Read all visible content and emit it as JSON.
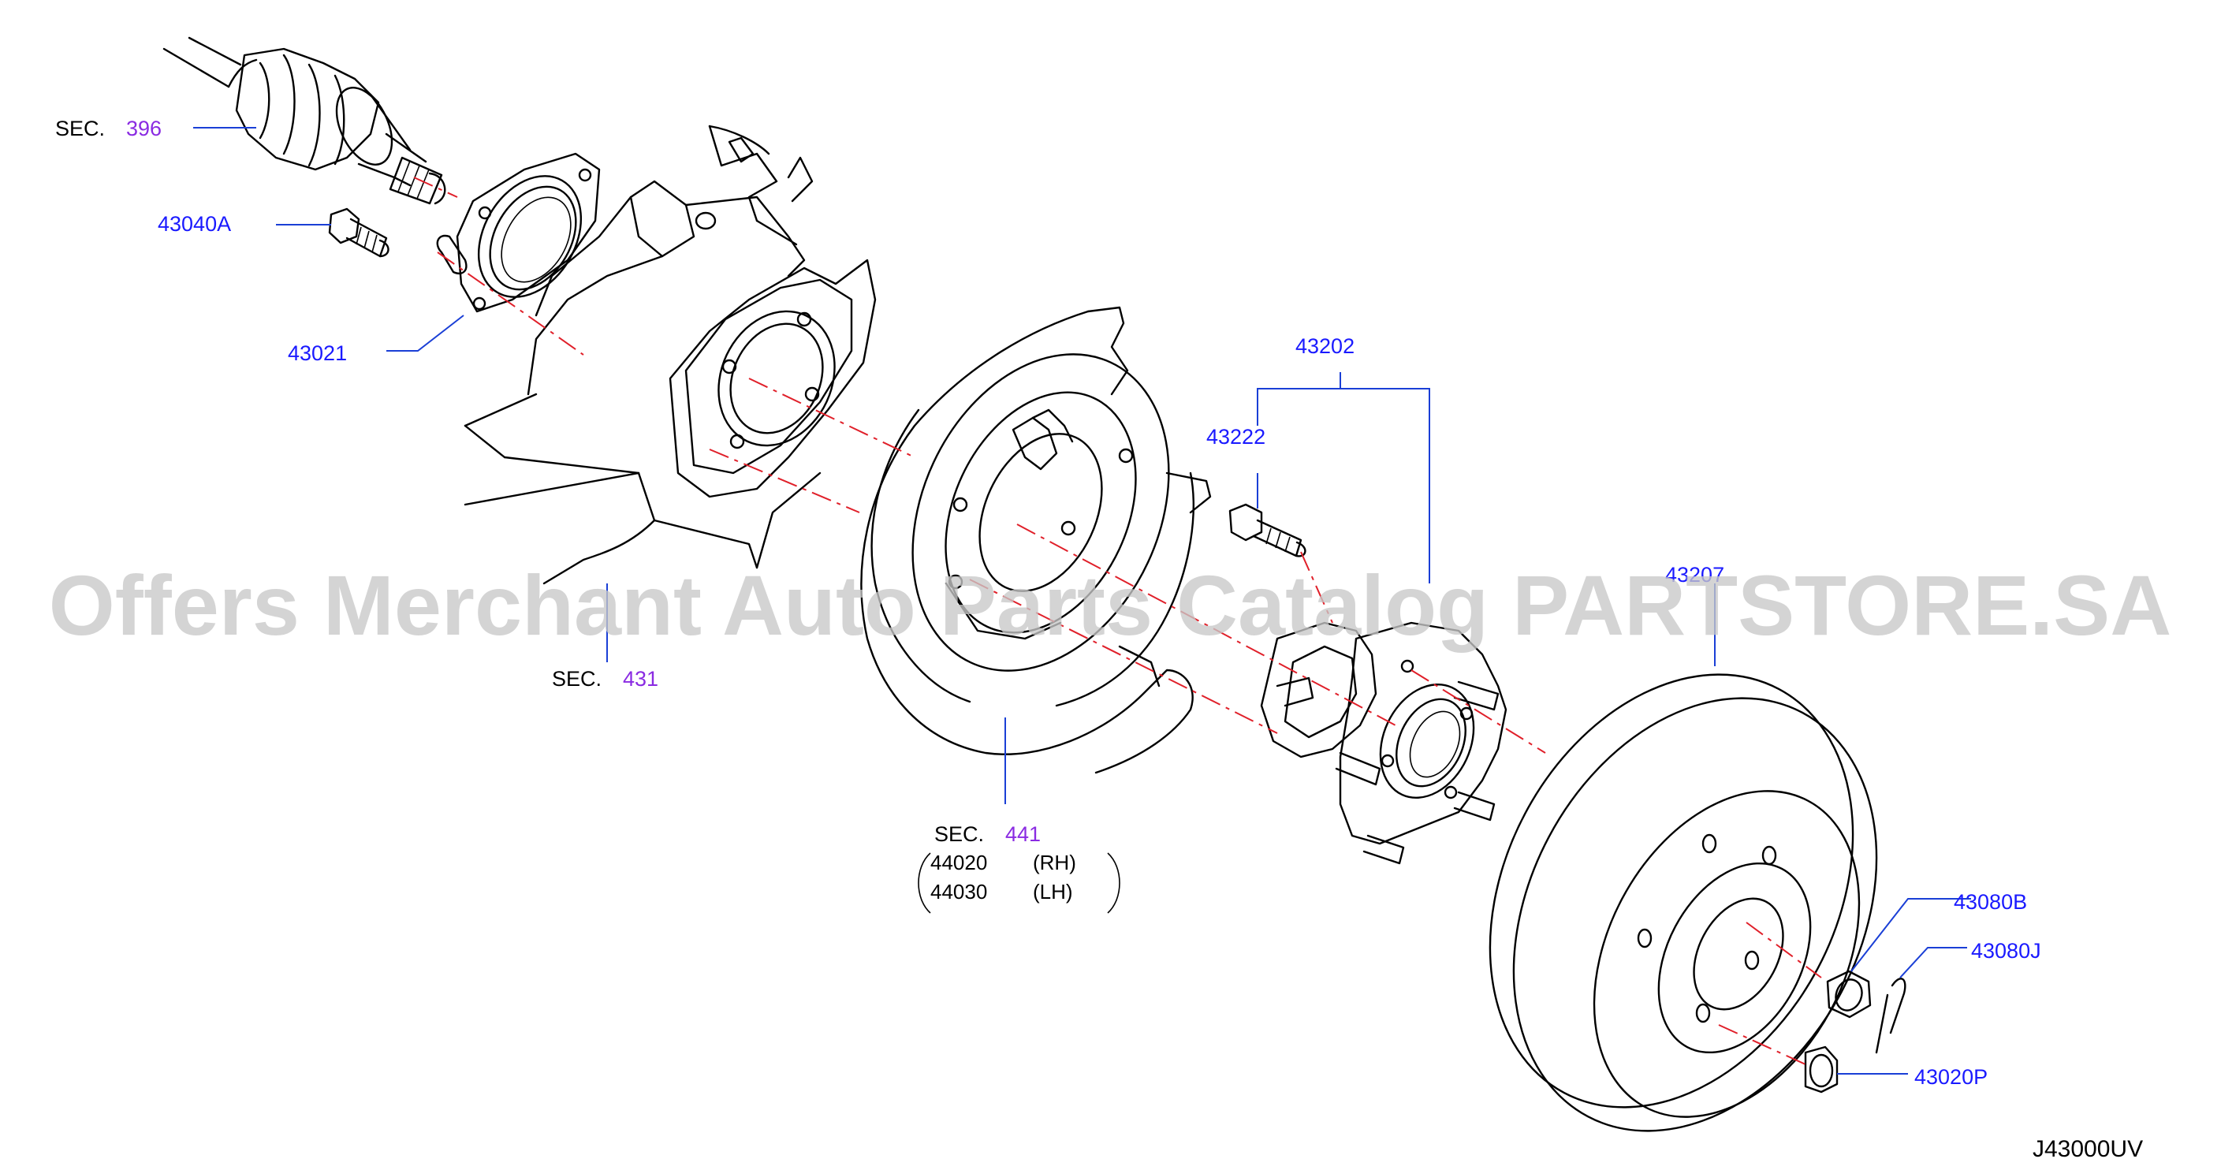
{
  "diagram_code": "J43000UV",
  "watermark": "Offers Merchant Auto Parts Catalog PARTSTORE.SA",
  "colors": {
    "part_number": "#1a1aff",
    "section_link": "#8a2be2",
    "leader": "#1a3fd6",
    "center_line": "#e0202a",
    "watermark": "#c8c8c8"
  },
  "sections": [
    {
      "prefix": "SEC.",
      "number": "396"
    },
    {
      "prefix": "SEC.",
      "number": "431"
    },
    {
      "prefix": "SEC.",
      "number": "441"
    }
  ],
  "backing_plate": {
    "rh": {
      "number": "44020",
      "side": "(RH)"
    },
    "lh": {
      "number": "44030",
      "side": "(LH)"
    }
  },
  "parts": [
    {
      "number": "43040A"
    },
    {
      "number": "43021"
    },
    {
      "number": "43202"
    },
    {
      "number": "43222"
    },
    {
      "number": "43207"
    },
    {
      "number": "43080B"
    },
    {
      "number": "43080J"
    },
    {
      "number": "43020P"
    }
  ]
}
